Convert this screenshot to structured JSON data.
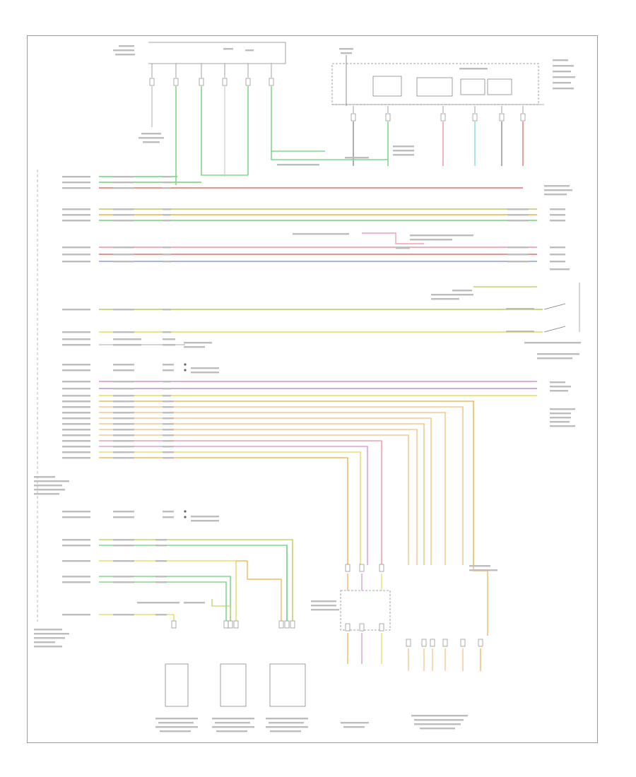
{
  "diagram": {
    "reference": "",
    "blocks": [
      {
        "id": "top-connector",
        "label": ""
      },
      {
        "id": "fuse-block",
        "label": ""
      },
      {
        "id": "left-module",
        "label": ""
      },
      {
        "id": "transmission-module",
        "label": ""
      },
      {
        "id": "speed-sensor-block",
        "label": ""
      },
      {
        "id": "bottom-component-1",
        "label": ""
      },
      {
        "id": "bottom-component-2",
        "label": ""
      },
      {
        "id": "bottom-component-3",
        "label": ""
      },
      {
        "id": "bottom-component-4",
        "label": ""
      },
      {
        "id": "bottom-component-5",
        "label": ""
      }
    ],
    "wire_colors": {
      "green": "#7fd88a",
      "light_green": "#b7e86a",
      "pink": "#f4a0b0",
      "red": "#f08080",
      "orange": "#f6b860",
      "yellow": "#e8e070",
      "purple": "#c79be0",
      "blue": "#9aa8f0",
      "violet": "#d8a0e0",
      "peach": "#f7c890",
      "cyan": "#90e0e0",
      "gray": "#888888",
      "olive": "#c8d070"
    }
  }
}
